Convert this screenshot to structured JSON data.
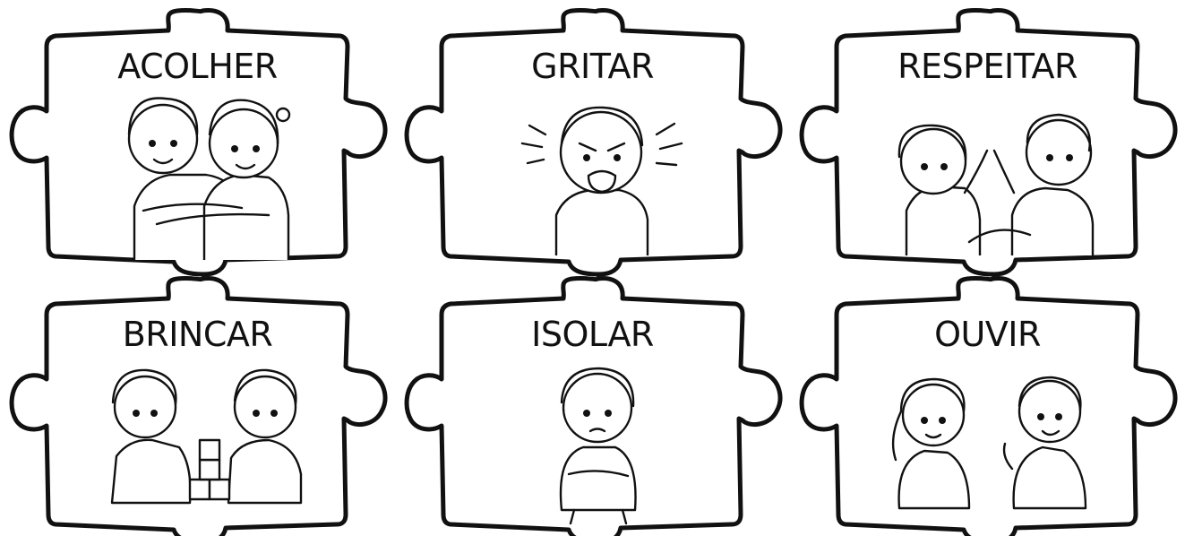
{
  "cards": [
    {
      "word": "ACOLHER",
      "illustration": "children-hugging-icon"
    },
    {
      "word": "GRITAR",
      "illustration": "child-shouting-icon"
    },
    {
      "word": "RESPEITAR",
      "illustration": "children-high-five-icon"
    },
    {
      "word": "BRINCAR",
      "illustration": "children-playing-blocks-icon"
    },
    {
      "word": "ISOLAR",
      "illustration": "child-sitting-alone-icon"
    },
    {
      "word": "OUVIR",
      "illustration": "children-listening-icon"
    }
  ]
}
